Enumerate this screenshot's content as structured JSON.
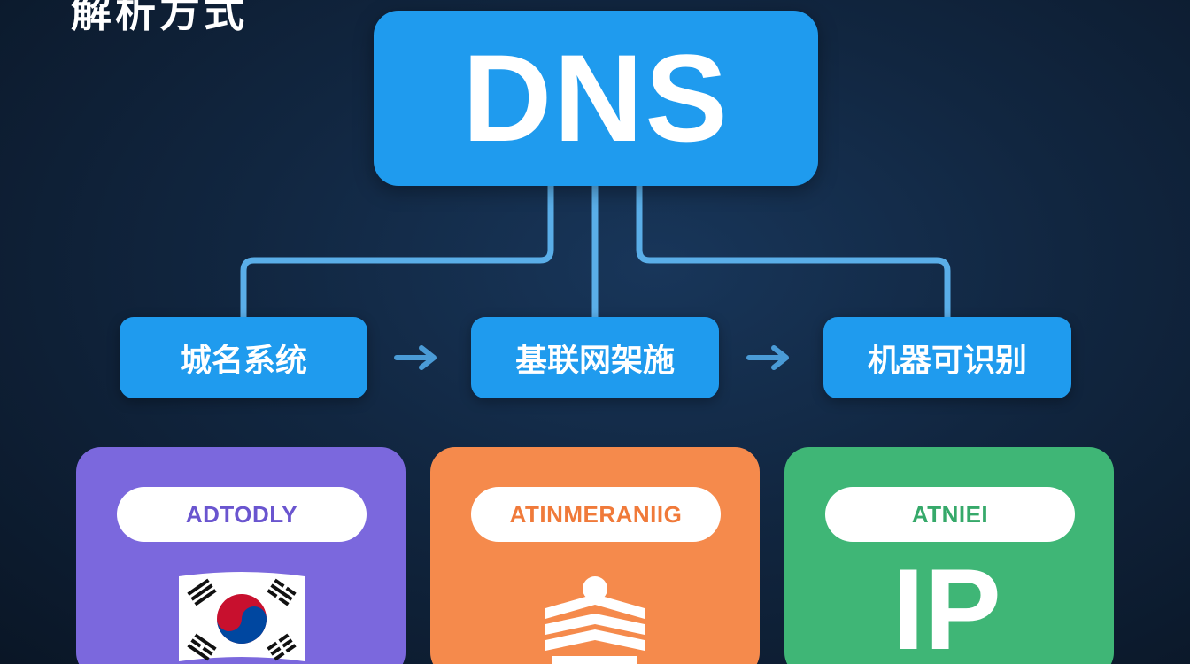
{
  "page": {
    "title": "解析方式"
  },
  "diagram": {
    "root": {
      "label": "DNS"
    },
    "nodes": [
      {
        "label": "城名系统"
      },
      {
        "label": "基联网架施"
      },
      {
        "label": "机器可识别"
      }
    ],
    "flow_arrow_icon": "right-arrow-icon",
    "cards": [
      {
        "label": "ADTODLY",
        "icon": "south-korea-flag-icon",
        "color": "#7b68dd"
      },
      {
        "label": "ATINMERANIIG",
        "icon": "layered-stack-icon",
        "color": "#f58a4c"
      },
      {
        "label": "ATNIEI",
        "icon": "ip-text-icon",
        "icon_text": "IP",
        "color": "#3fb676"
      }
    ]
  },
  "colors": {
    "background": "#112640",
    "accent_blue": "#1f9bee",
    "connector": "#5aaee8"
  }
}
